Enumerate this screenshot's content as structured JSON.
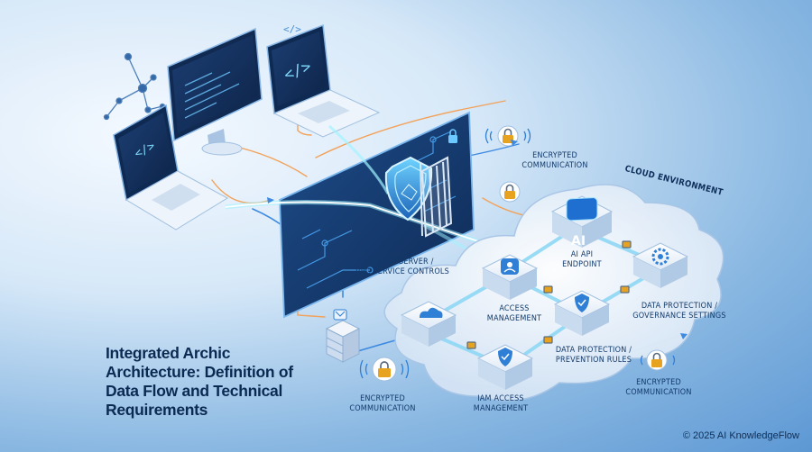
{
  "title": "Integrated Archic\nArchitecture: Definition of\nData Flow and Technical\nRequirements",
  "copyright": "© 2025 AI KnowledgeFlow",
  "cloud_label": "CLOUD ENVIRONMENT",
  "labels": {
    "encrypted_top": "ENCRYPTED\nCOMMUNICATION",
    "proxy": "PROXY SERVER /\nVPC SERVICE CONTROLS",
    "ai_endpoint": "AI API\nENDPOINT",
    "access_mgmt": "ACCESS\nMANAGEMENT",
    "data_governance": "DATA PROTECTION /\nGOVERNANCE SETTINGS",
    "data_prevention": "DATA PROTECTION /\nPREVENTION RULES",
    "iam": "IAM ACCESS\nMANAGEMENT",
    "encrypted_bottom_left": "ENCRYPTED\nCOMMUNICATION",
    "encrypted_bottom_right": "ENCRYPTED\nCOMMUNICATION"
  },
  "icons": {
    "monitor_code": "</>",
    "ai_badge": "AI"
  },
  "colors": {
    "accent_blue": "#2f7fd6",
    "glow_cyan": "#5fe0ff",
    "title_navy": "#0b2a52"
  }
}
